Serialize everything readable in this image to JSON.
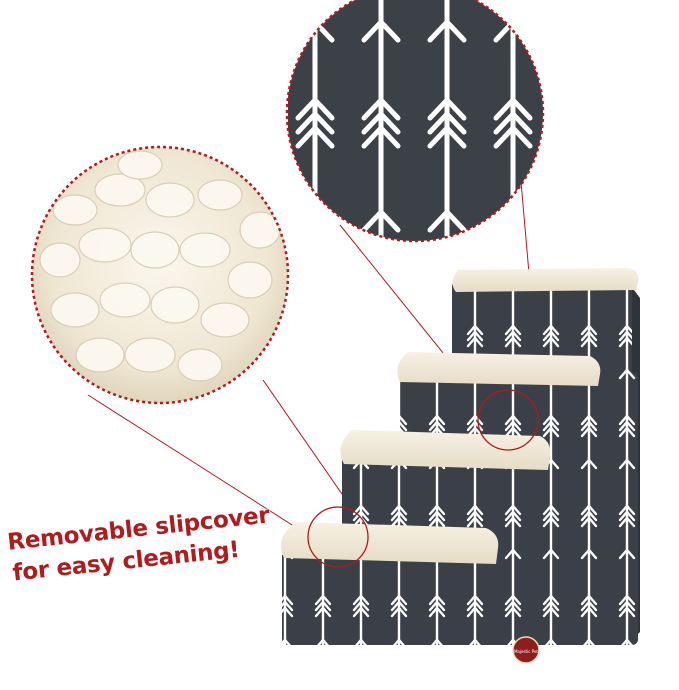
{
  "caption": {
    "line1": "Removable slipcover",
    "line2": "for easy cleaning!"
  },
  "badge": {
    "text": "Majestic Pet"
  },
  "colors": {
    "cover_fabric": "#3b4048",
    "arrow_print": "#ffffff",
    "sherpa_top": "#f2ebdc",
    "callout_line": "#b11b1b",
    "caption_text": "#b11b1b"
  }
}
